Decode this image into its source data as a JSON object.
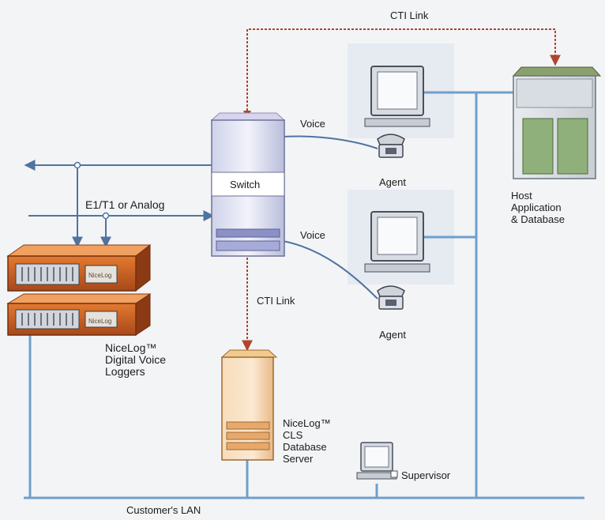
{
  "labels": {
    "cti_link_top": "CTI Link",
    "voice_top": "Voice",
    "switch": "Switch",
    "e1t1": "E1/T1 or Analog",
    "voice_bottom": "Voice",
    "agent_top": "Agent",
    "agent_bottom": "Agent",
    "host": "Host\nApplication\n& Database",
    "cti_link_mid": "CTI Link",
    "nicelog_loggers": "NiceLog™\nDigital Voice\nLoggers",
    "nicelog_cls": "NiceLog™\nCLS\nDatabase\nServer",
    "supervisor": "Supervisor",
    "lan": "Customer's LAN",
    "logger_brand": "NiceLog"
  },
  "colors": {
    "lan": "#6f9fcc",
    "cti": "#b0452f",
    "voice": "#4f74a0",
    "background": "#f3f4f6"
  },
  "icons": [
    "telephone-icon",
    "computer-monitor-icon",
    "server-rack-icon",
    "switch-icon"
  ]
}
